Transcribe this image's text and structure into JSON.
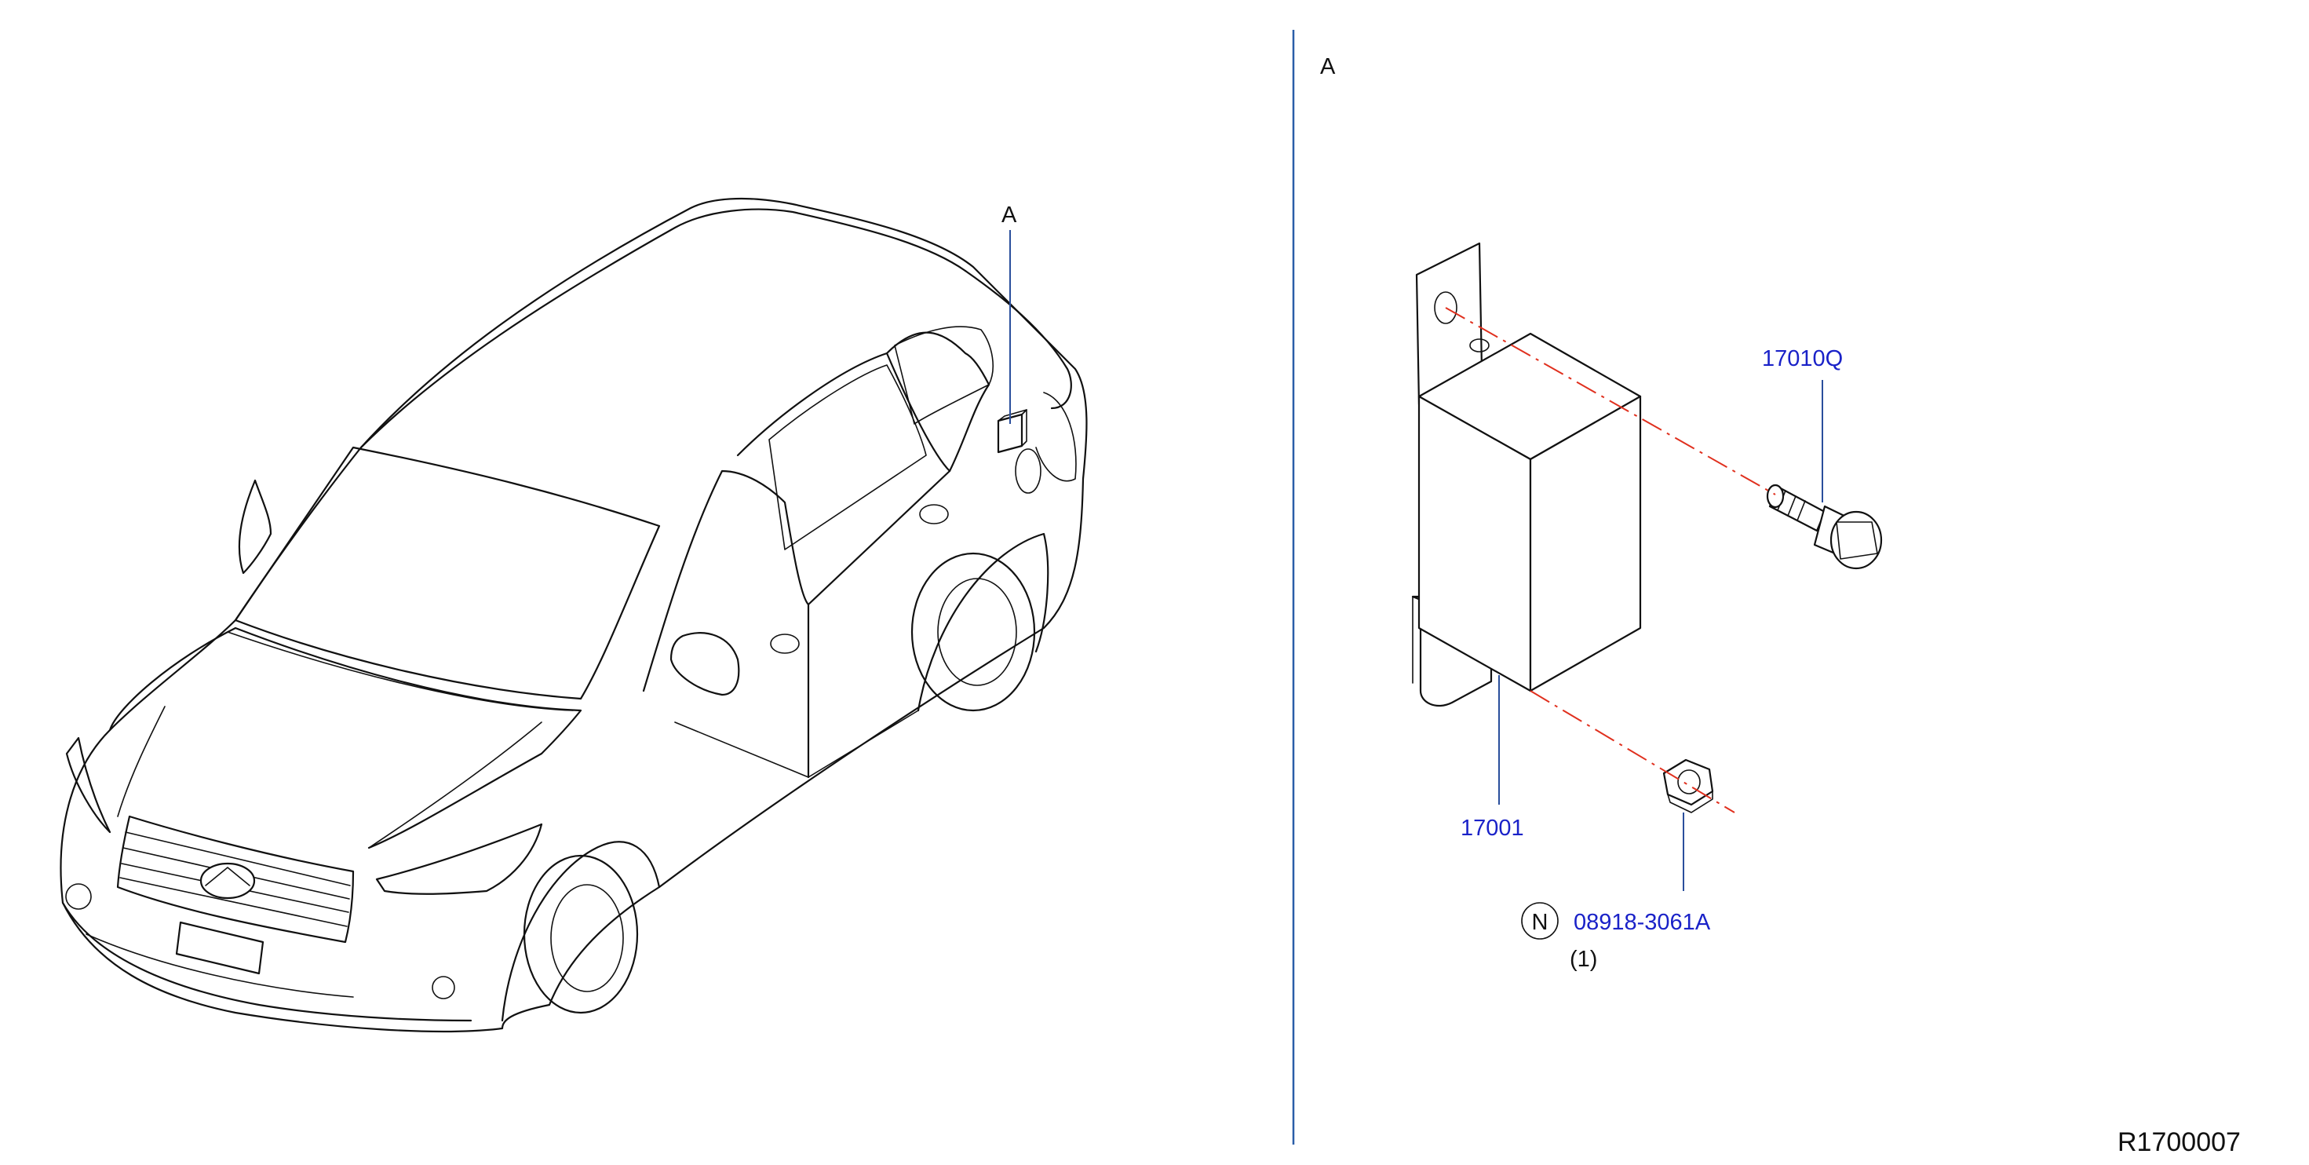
{
  "view_labels": {
    "vehicle_location": "A",
    "detail_view": "A"
  },
  "parts": [
    {
      "id": "bracket-module",
      "number": "17001"
    },
    {
      "id": "bolt",
      "number": "17010Q"
    },
    {
      "id": "nut",
      "number": "08918-3061A",
      "symbol": "N",
      "quantity": "(1)"
    }
  ],
  "diagram_ref": "R1700007",
  "colors": {
    "part_number_text": "#1a22c8",
    "leader_line": "#2a4f9c",
    "center_line": "#e0301e",
    "divider": "#2a5ea8",
    "line_art": "#111111"
  }
}
